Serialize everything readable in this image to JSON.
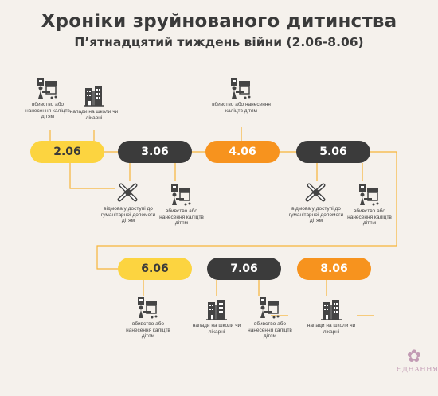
{
  "title": "Хроніки зруйнованого дитинства",
  "subtitle": "П’ятнадцятий тиждень війни (2.06-8.06)",
  "dates": [
    "2.06",
    "3.06",
    "4.06",
    "5.06",
    "6.06",
    "7.06",
    "8.06"
  ],
  "events": {
    "e1": "вбивство або нанесення каліцтв дітям",
    "e2": "напади на школи чи лікарні",
    "e3": "відмова у доступі до гуманітарної допомоги дітям",
    "e4": "вбивство або нанесення каліцтв дітям",
    "e5": "вбивство або нанесення каліцтв дітям",
    "e6": "відмова у доступі до гуманітарної допомоги дітям",
    "e7": "вбивство або нанесення каліцтв дітям",
    "e8": "вбивство або нанесення каліцтв дітям",
    "e9": "напади на школи чи лікарні",
    "e10": "вбивство або нанесення каліцтв дітям",
    "e11": "напади на школи чи лікарні"
  },
  "logo": {
    "text": "ЄДНАННЯ"
  },
  "colors": {
    "yellow": "#fcd440",
    "dark": "#3b3b3b",
    "orange": "#f7931e",
    "background": "#f5f1ec"
  }
}
